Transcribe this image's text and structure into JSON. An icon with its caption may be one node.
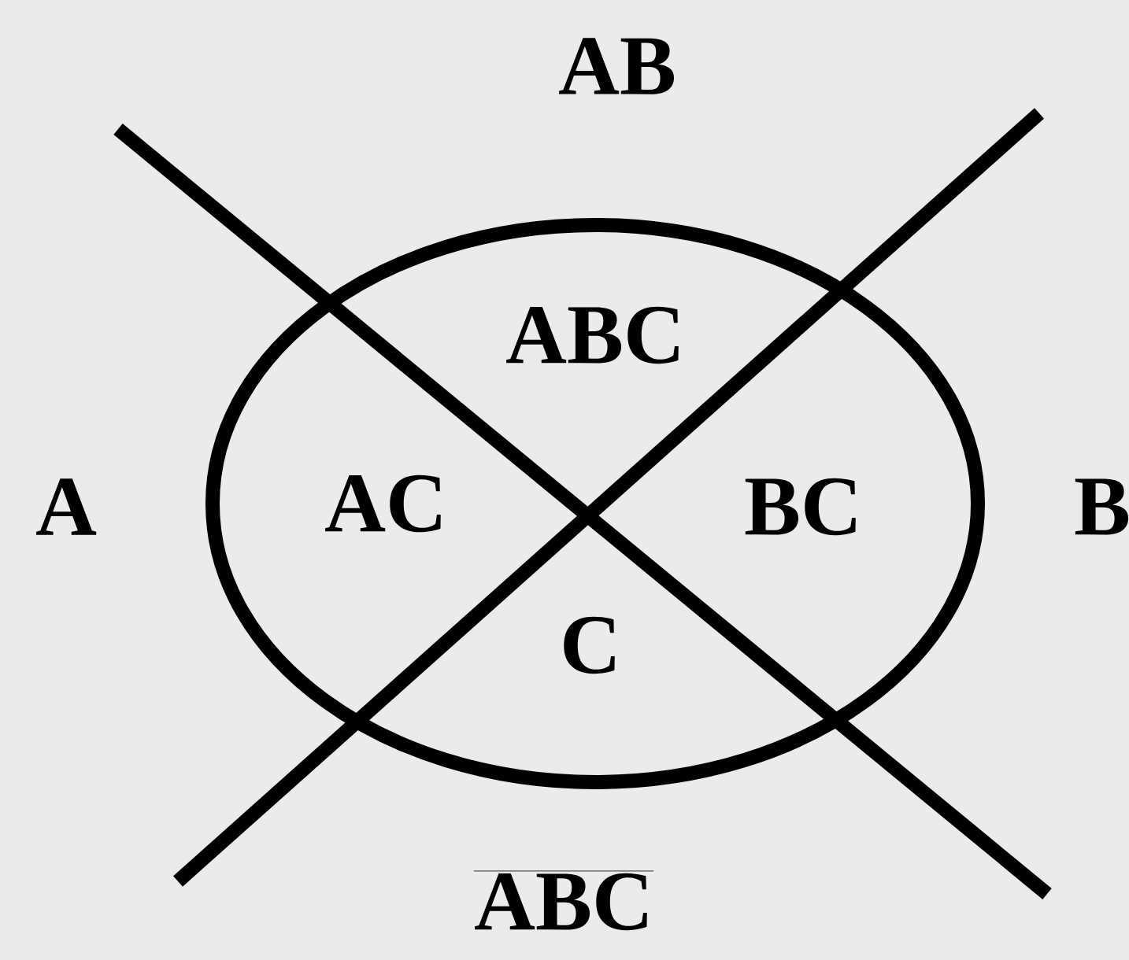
{
  "diagram": {
    "labels": [
      "AB",
      "ABC",
      "A",
      "AC",
      "BC",
      "B",
      "C",
      "\\overline{\\textbf{ABC}}"
    ]
  }
}
